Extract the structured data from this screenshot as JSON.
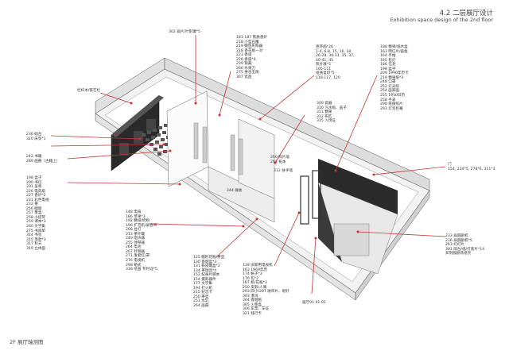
{
  "header": {
    "title_cn": "4.2 二层展厅设计",
    "title_en": "Exhibition space design of the 2nd floor"
  },
  "caption": "2F 展厅轴测图",
  "callouts": {
    "top_left": "302 扁片/叶影罐*5",
    "rail": "栏杆木/铁艺栏",
    "top_center": [
      "181-187 铁质香炉",
      "218 小型石雕",
      "219 鲤鱼形陶器",
      "218 香花瓶一对",
      "223 香道",
      "226 香座*4",
      "239 银器",
      "266 水果刀",
      "275 拼合玉佩",
      "307 瓷盘"
    ],
    "wall_numbers": [
      "连环画*26",
      "1-4, 6-8, 15, 16, 18,",
      "26-28, 30-31, 35, 37,",
      "40-41, 45",
      "照片展*5",
      "105-111",
      "纸质复印*5",
      "118-117, 120"
    ],
    "center_right": [
      "309 瓷器",
      "310 汽水瓶、盖子",
      "311 糖果",
      "312 布匹",
      "315 入场证"
    ],
    "wall_a": [
      "290 照片墙",
      "291 拓本"
    ],
    "wall_b": "312 扶手墙",
    "wall_c": "244 展板",
    "door": "门",
    "door_sub": "154, 234*5, 278*6, 311*3",
    "left_top": [
      "236 砚台",
      "320 床架*1"
    ],
    "left_mid": [
      "242 书籍",
      "289 画册（古籍上）"
    ],
    "left_list": [
      "198 盒子",
      "200 书信",
      "201 玺章",
      "226 电风扇",
      "227 香炉*2",
      "231 彩色电视",
      "232 茶",
      "256 胭脂",
      "257 墨盒",
      "258 小提琴",
      "259 课本*3",
      "260 文学集",
      "275 书目单",
      "314 书签",
      "315 落款*3",
      "317 秋天",
      "319 立体画"
    ],
    "right_list": [
      "188 糖果/纸木盒",
      "163 明信片/画框",
      "164 手帕",
      "185 包灯",
      "186 信封",
      "198 盒子",
      "209 1990年历卡",
      "219 糖果纸*3",
      "248 口罩",
      "252 灯光照",
      "254 画家画",
      "255 1950日历",
      "258 手表",
      "290 纸质照片",
      "293 灯泡巨幕"
    ],
    "center_left": [
      "148 电扇",
      "186 苹果*3",
      "192 糖纸/奶粉",
      "196 扩音机/录音带",
      "208 台灯",
      "213 茶叶罐",
      "249 唱声器",
      "255 弹琴器",
      "264 电池",
      "267 针钢器",
      "271 发套红/罩",
      "276 电视机",
      "298 箱式",
      "318 绘画 专利证*5"
    ],
    "center_a": [
      "125 鲤形花瓶/茶壶",
      "130 香烟盒*3",
      "131 铁皮罐盒*2",
      "134 茶饭团*4",
      "152 纪录片脚本",
      "154 摄影器件",
      "177 文学集",
      "194 打火机",
      "215 纪念卡",
      "250 茶壶",
      "251 水缸",
      "264 画册"
    ],
    "center_b": [
      "118 旧家用电视机",
      "163 1969年历",
      "174 帐子*3",
      "176 包*2",
      "187 瓶/花瓶*3",
      "250 皮影/人偶",
      "293 四小/207 磁带片、唱针",
      "303 港湾",
      "304 香烟瓶",
      "305 火柴盒",
      "306 车票、车证",
      "321 钱行卡"
    ],
    "room_label": "展厅01 01-01",
    "right_bottom": [
      "233 扁圆剧机",
      "236 扁圆剧机*5",
      "253 幻灯片",
      "301 阳台/纸/打底片*14",
      "斧刻版剧场纸壳"
    ]
  }
}
